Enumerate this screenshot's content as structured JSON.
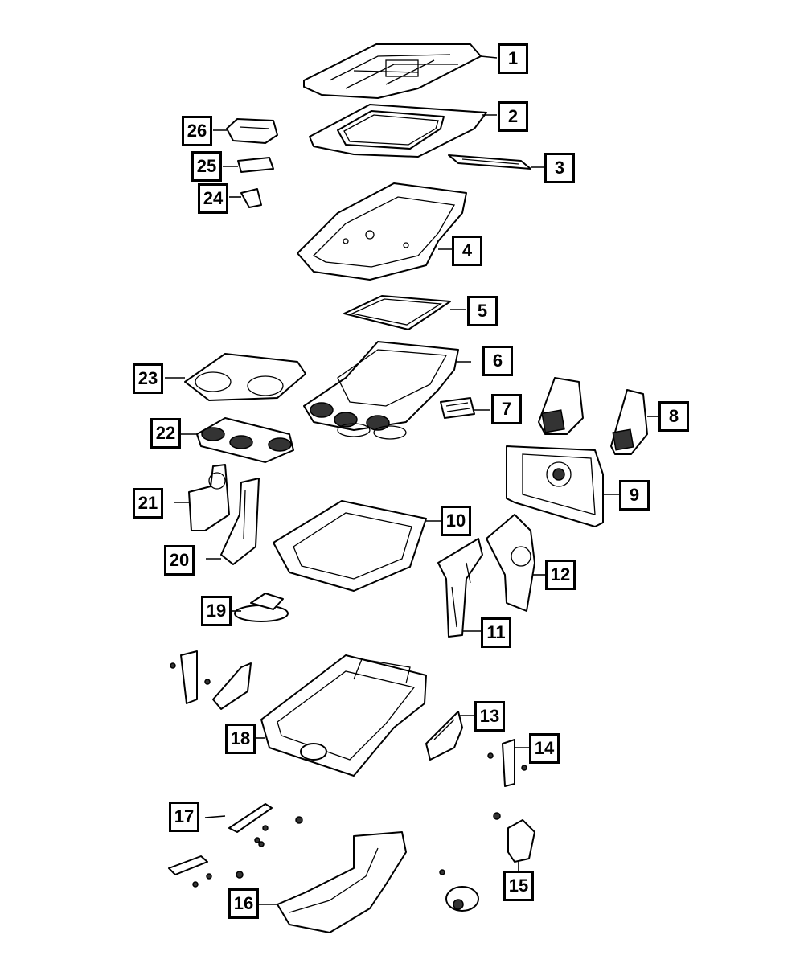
{
  "callouts": [
    {
      "id": "c1",
      "label": "1"
    },
    {
      "id": "c2",
      "label": "2"
    },
    {
      "id": "c3",
      "label": "3"
    },
    {
      "id": "c4",
      "label": "4"
    },
    {
      "id": "c5",
      "label": "5"
    },
    {
      "id": "c6",
      "label": "6"
    },
    {
      "id": "c7",
      "label": "7"
    },
    {
      "id": "c8",
      "label": "8"
    },
    {
      "id": "c9",
      "label": "9"
    },
    {
      "id": "c10",
      "label": "10"
    },
    {
      "id": "c11",
      "label": "11"
    },
    {
      "id": "c12",
      "label": "12"
    },
    {
      "id": "c13",
      "label": "13"
    },
    {
      "id": "c14",
      "label": "14"
    },
    {
      "id": "c15",
      "label": "15"
    },
    {
      "id": "c16",
      "label": "16"
    },
    {
      "id": "c17",
      "label": "17"
    },
    {
      "id": "c18",
      "label": "18"
    },
    {
      "id": "c19",
      "label": "19"
    },
    {
      "id": "c20",
      "label": "20"
    },
    {
      "id": "c21",
      "label": "21"
    },
    {
      "id": "c22",
      "label": "22"
    },
    {
      "id": "c23",
      "label": "23"
    },
    {
      "id": "c24",
      "label": "24"
    },
    {
      "id": "c25",
      "label": "25"
    },
    {
      "id": "c26",
      "label": "26"
    }
  ]
}
